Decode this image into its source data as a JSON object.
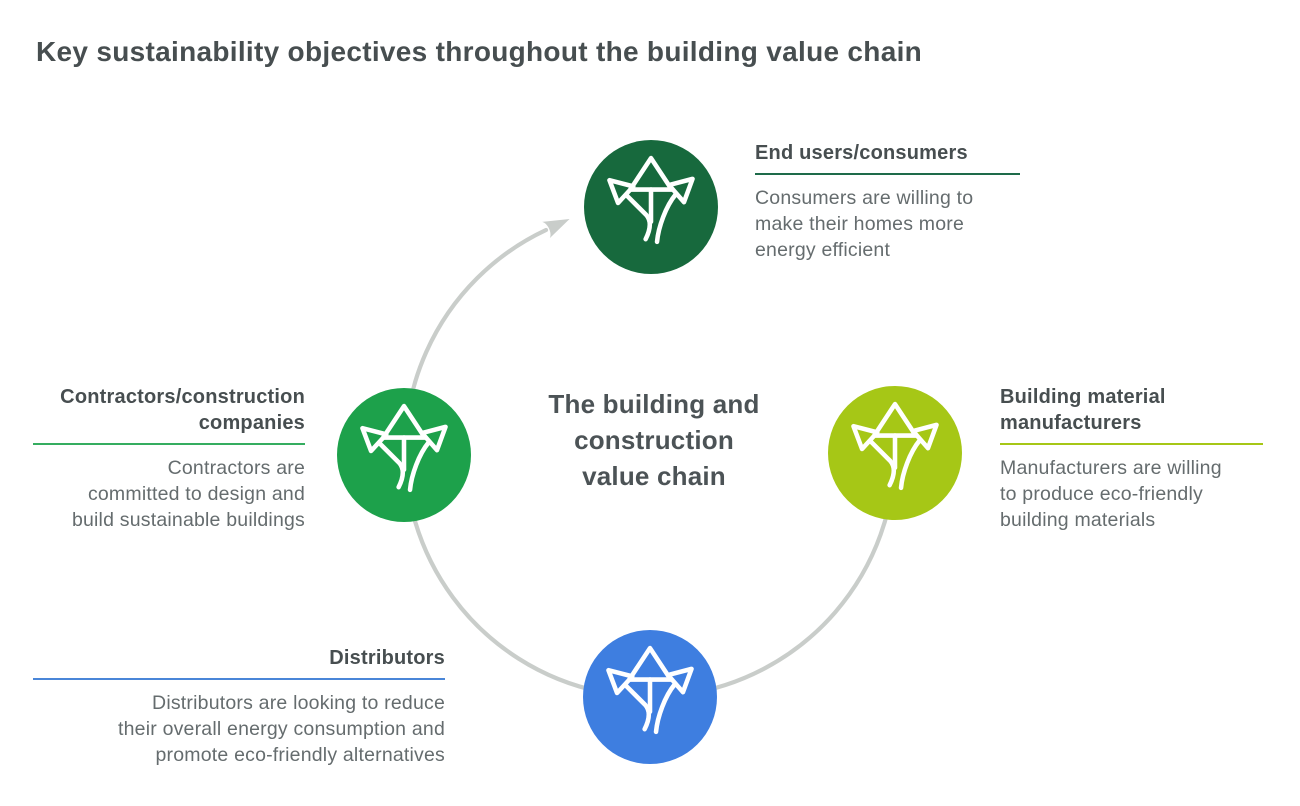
{
  "title": "Key sustainability objectives throughout the building value chain",
  "center_label": {
    "lines": [
      "The building and",
      "construction",
      "value chain"
    ]
  },
  "cycle": {
    "direction": "clockwise",
    "arrow_color": "#C9CDCA"
  },
  "nodes": [
    {
      "id": "end-users",
      "heading_lines": [
        "End users/consumers"
      ],
      "body_lines": [
        "Consumers are willing to",
        "make their homes more",
        "energy efficient"
      ],
      "circle_color": "#17693D",
      "underline_color": "#1E6B4A",
      "icon": "branching-arrows-icon"
    },
    {
      "id": "building-material-manufacturers",
      "heading_lines": [
        "Building material",
        "manufacturers"
      ],
      "body_lines": [
        "Manufacturers are willing",
        "to produce eco-friendly",
        "building materials"
      ],
      "circle_color": "#A6C716",
      "underline_color": "#A6C716",
      "icon": "branching-arrows-icon"
    },
    {
      "id": "distributors",
      "heading_lines": [
        "Distributors"
      ],
      "body_lines": [
        "Distributors are looking to reduce",
        "their overall energy consumption and",
        "promote eco-friendly alternatives"
      ],
      "circle_color": "#3E7EE0",
      "underline_color": "#4A86D8",
      "icon": "branching-arrows-icon"
    },
    {
      "id": "contractors-construction-companies",
      "heading_lines": [
        "Contractors/construction",
        "companies"
      ],
      "body_lines": [
        "Contractors are",
        "committed to design and",
        "build sustainable buildings"
      ],
      "circle_color": "#1DA14B",
      "underline_color": "#35AD60",
      "icon": "branching-arrows-icon"
    }
  ]
}
